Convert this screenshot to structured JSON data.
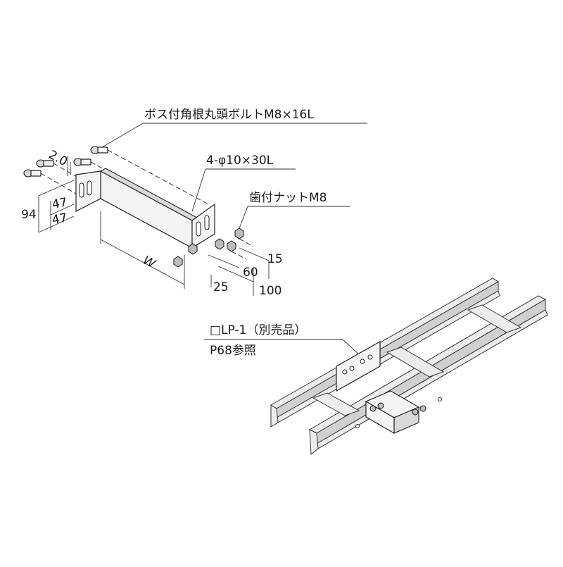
{
  "labels": {
    "bolt": "ボス付角根丸頭ボルトM8×16L",
    "holes": "4-φ10×30L",
    "nut": "歯付ナットM8",
    "part_ref": "□LP-1（別売品）",
    "page_ref": "P68参照"
  },
  "dimensions": {
    "thickness": "2.0",
    "height_total": "94",
    "height_upper": "47",
    "height_lower": "47",
    "width": "W",
    "d15": "15",
    "d60": "60",
    "d25": "25",
    "d100": "100"
  }
}
